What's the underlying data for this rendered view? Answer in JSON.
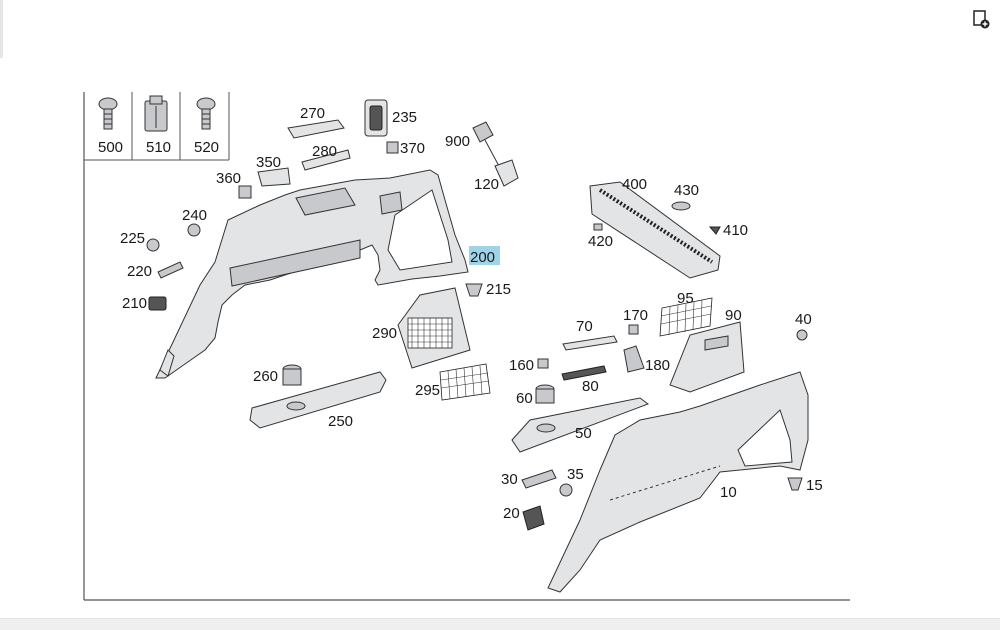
{
  "toolbar": {
    "icon": "document-add-icon"
  },
  "diagram": {
    "highlighted": "200",
    "highlight_color": "#9fd3e8",
    "legend_labels": [
      "500",
      "510",
      "520"
    ],
    "callouts": [
      "270",
      "235",
      "280",
      "370",
      "350",
      "900",
      "360",
      "120",
      "400",
      "430",
      "240",
      "410",
      "225",
      "420",
      "200",
      "220",
      "215",
      "210",
      "95",
      "290",
      "170",
      "90",
      "40",
      "70",
      "160",
      "180",
      "260",
      "80",
      "295",
      "60",
      "250",
      "50",
      "30",
      "35",
      "15",
      "10",
      "20"
    ]
  }
}
